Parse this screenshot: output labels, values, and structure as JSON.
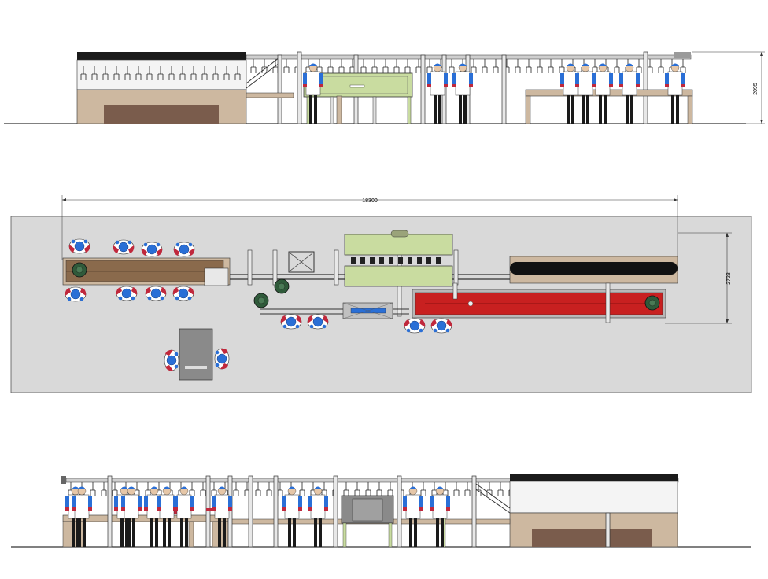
{
  "dimensions": {
    "elevation_height": "2095",
    "overall_length": "18300",
    "plan_width": "2723"
  },
  "colors": {
    "floor_plan": "#d9d9d9",
    "wood_table": "#8a6a4c",
    "cabinet_beige": "#cdb8a0",
    "cabinet_dark": "#7a5c4c",
    "chiller_green": "#c9dca0",
    "conveyor_red": "#c82020",
    "conveyor_black": "#111111",
    "motor_green": "#2f5a3a",
    "worker_shirt": "#ffffff",
    "worker_cap": "#2a6fd6",
    "worker_sleeve_accent": "#c0283c",
    "dark_pants": "#1a1a1a",
    "steel": "#6a6a6a",
    "scale_gray": "#8a8a8a"
  }
}
